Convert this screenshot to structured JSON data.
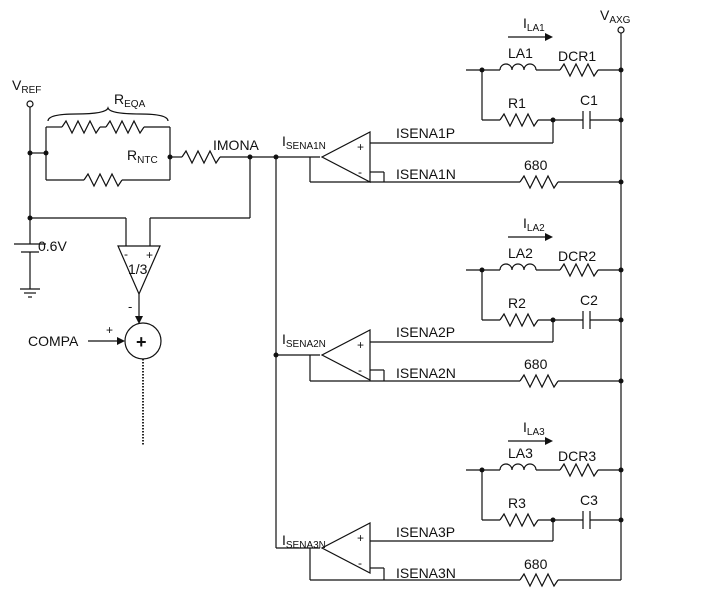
{
  "labels": {
    "vref_main": "V",
    "vref_sub": "REF",
    "vaxg_main": "V",
    "vaxg_sub": "AXG",
    "reqa_main": "R",
    "reqa_sub": "EQA",
    "rntc_main": "R",
    "rntc_sub": "NTC",
    "imona": "IMONA",
    "v06": "0.6V",
    "gain": "1/3",
    "compa": "COMPA",
    "plus": "+",
    "minus": "-",
    "sum_plus": "+"
  },
  "phases": [
    {
      "ilabel_main": "I",
      "ilabel_sub": "LA1",
      "la": "LA1",
      "dcr": "DCR1",
      "r": "R1",
      "c": "C1",
      "isenp": "ISENA1P",
      "isenn": "ISENA1N",
      "res": "680",
      "in_main": "I",
      "in_sub": "SENA1N"
    },
    {
      "ilabel_main": "I",
      "ilabel_sub": "LA2",
      "la": "LA2",
      "dcr": "DCR2",
      "r": "R2",
      "c": "C2",
      "isenp": "ISENA2P",
      "isenn": "ISENA2N",
      "res": "680",
      "in_main": "I",
      "in_sub": "SENA2N"
    },
    {
      "ilabel_main": "I",
      "ilabel_sub": "LA3",
      "la": "LA3",
      "dcr": "DCR3",
      "r": "R3",
      "c": "C3",
      "isenp": "ISENA3P",
      "isenn": "ISENA3N",
      "res": "680",
      "in_main": "I",
      "in_sub": "SENA3N"
    }
  ]
}
